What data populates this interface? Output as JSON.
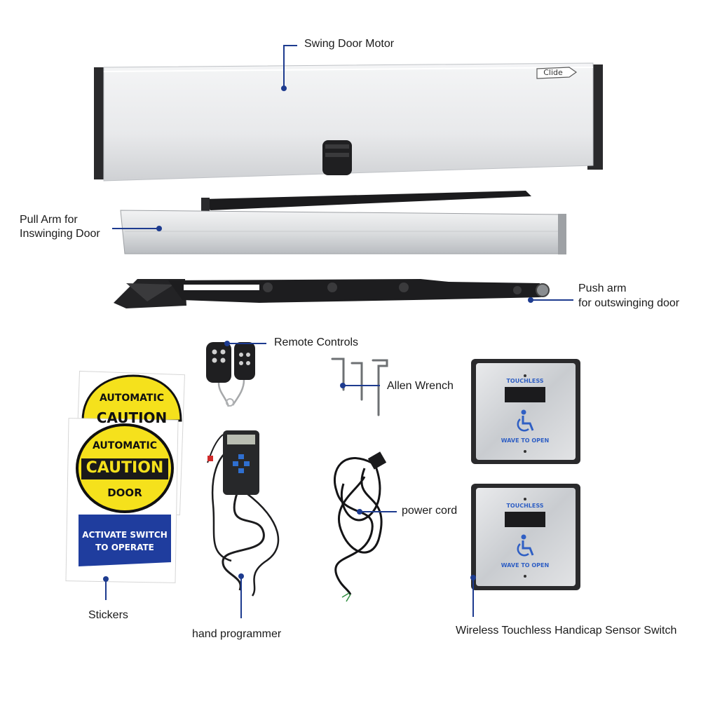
{
  "labels": {
    "motor": "Swing  Door  Motor",
    "pull_arm_line1": "Pull Arm for",
    "pull_arm_line2": "Inswinging Door",
    "push_arm_line1": "Push arm",
    "push_arm_line2": "for outswinging door",
    "remote": "Remote Controls",
    "allen": "Allen  Wrench",
    "power_cord": "power cord",
    "stickers": "Stickers",
    "hand_programmer": "hand programmer",
    "sensor_switch": "Wireless Touchless Handicap Sensor Switch"
  },
  "motor": {
    "brand": "Clide"
  },
  "sticker_back": {
    "line1": "AUTOMATIC",
    "line2": "CAUTION"
  },
  "sticker_front": {
    "line1": "AUTOMATIC",
    "line2": "CAUTION",
    "line3": "DOOR",
    "line4": "ACTIVATE SWITCH",
    "line5": "TO OPERATE"
  },
  "switch_top": {
    "top_text": "TOUCHLESS",
    "bottom_text": "WAVE TO OPEN",
    "icon": "wheelchair-icon"
  },
  "switch_bottom": {
    "top_text": "TOUCHLESS",
    "bottom_text": "WAVE TO OPEN",
    "icon": "wheelchair-icon"
  },
  "colors": {
    "callout": "#1d3b8f",
    "sticker_yellow": "#f5e11c",
    "sticker_blue": "#1f3d9e",
    "handicap_blue": "#2f5fc4"
  }
}
